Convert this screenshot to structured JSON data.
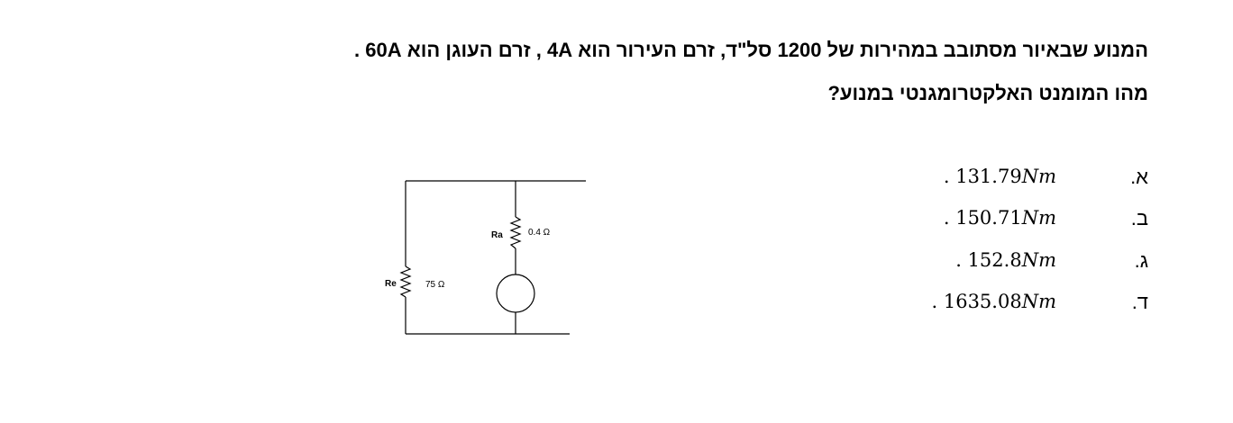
{
  "question": {
    "line1": "המנוע שבאיור מסתובב במהירות של 1200 סל\"ד, זרם העירור הוא 4A , זרם העוגן הוא 60A .",
    "line2": "מהו המומנט האלקטרומגנטי במנוע?"
  },
  "options": [
    {
      "letter": "א.",
      "value": ". 131.79",
      "unit": "Nm"
    },
    {
      "letter": "ב.",
      "value": ". 150.71",
      "unit": "Nm"
    },
    {
      "letter": "ג.",
      "value": ". 152.8",
      "unit": "Nm"
    },
    {
      "letter": "ד.",
      "value": ". 1635.08",
      "unit": "Nm"
    }
  ],
  "circuit": {
    "ra_label": "Ra",
    "ra_value": "0.4 Ω",
    "re_label": "Re",
    "re_value": "75 Ω"
  }
}
